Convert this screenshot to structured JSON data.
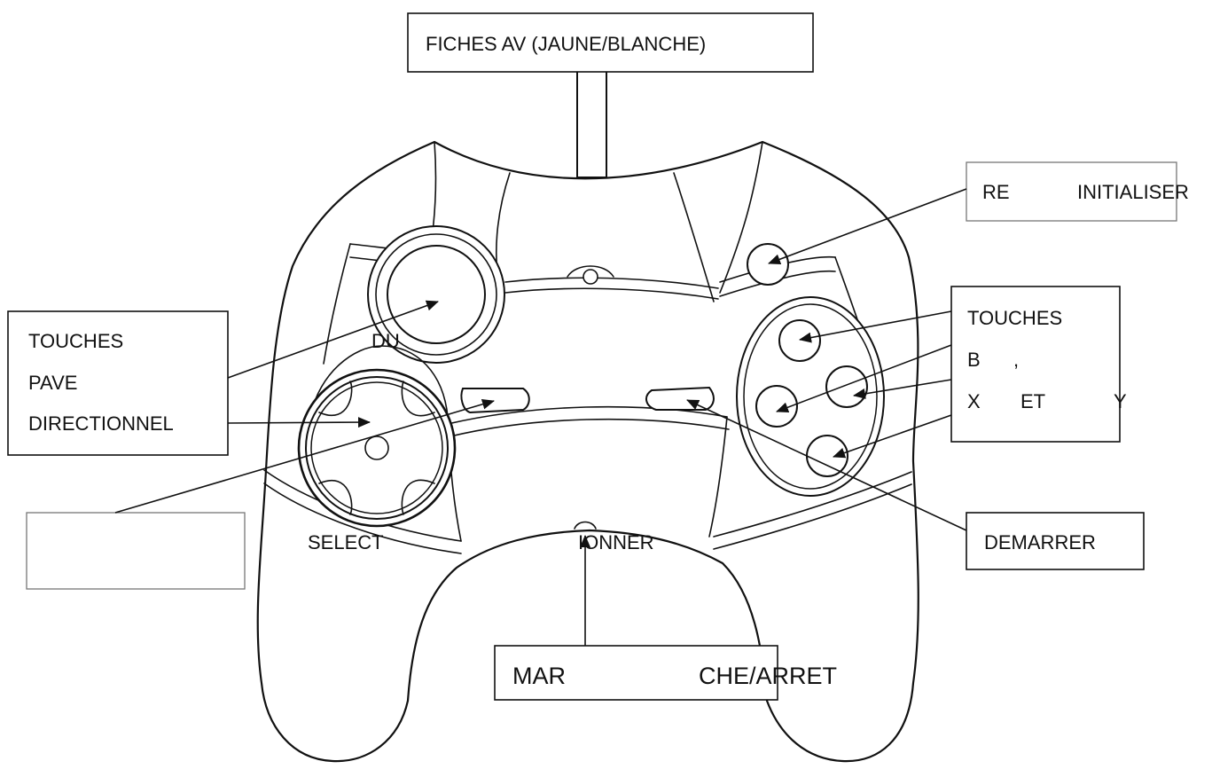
{
  "labels": {
    "av_plugs": "FICHES AV (JAUNE/BLANCHE)",
    "reset_1": "RE",
    "reset_2": "INITIALISER",
    "dpad_1": "TOUCHES",
    "dpad_2": "PAVE",
    "dpad_3": "DIRECTIONNEL",
    "dpad_du": "DU",
    "buttons_1": "TOUCHES",
    "buttons_2a": "B",
    "buttons_2b": ",",
    "buttons_3a": "X",
    "buttons_3b": "ET",
    "buttons_3c": "Y",
    "select_1": "SELECT",
    "select_2": "IONNER",
    "start": "DEMARRER",
    "power_1": "MAR",
    "power_2": "CHE/ARRET"
  },
  "colors": {
    "line": "#111111",
    "box_border_light": "#777777",
    "background": "#ffffff"
  }
}
